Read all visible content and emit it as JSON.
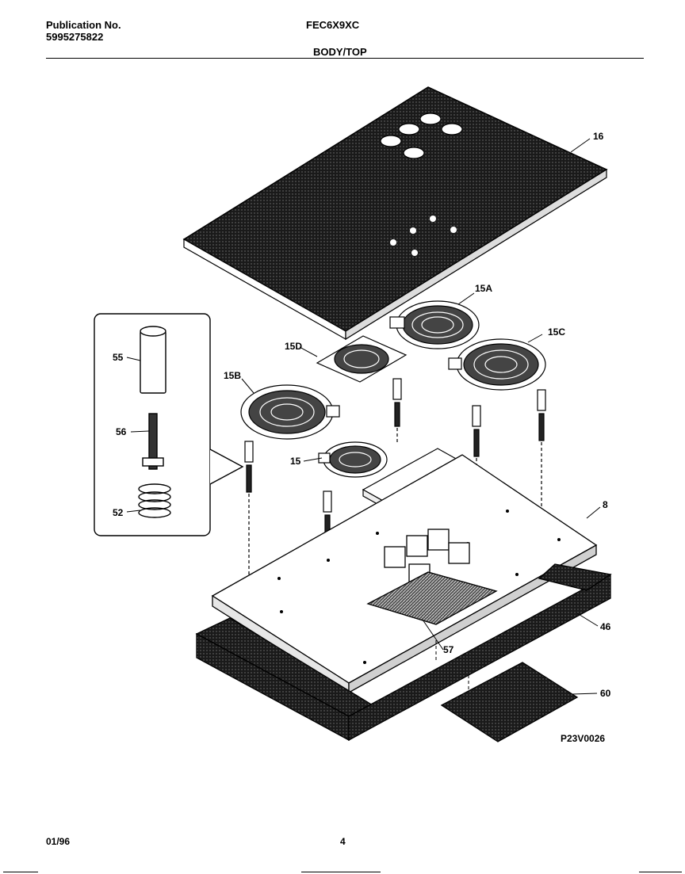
{
  "header": {
    "publication_label": "Publication No.",
    "publication_number": "5995275822",
    "model": "FEC6X9XC",
    "section": "BODY/TOP"
  },
  "callouts": {
    "glass_top": "16",
    "element_front_left": "15A",
    "element_rear_right": "15C",
    "element_warmer": "15D",
    "element_rear_left": "15B",
    "element_small": "15",
    "sleeve": "55",
    "screw": "56",
    "spring": "52",
    "burner_box": "8",
    "bottom_box": "46",
    "bracket": "57",
    "insulation": "60"
  },
  "figure_id": "P23V0026",
  "footer": {
    "date": "01/96",
    "page": "4"
  }
}
